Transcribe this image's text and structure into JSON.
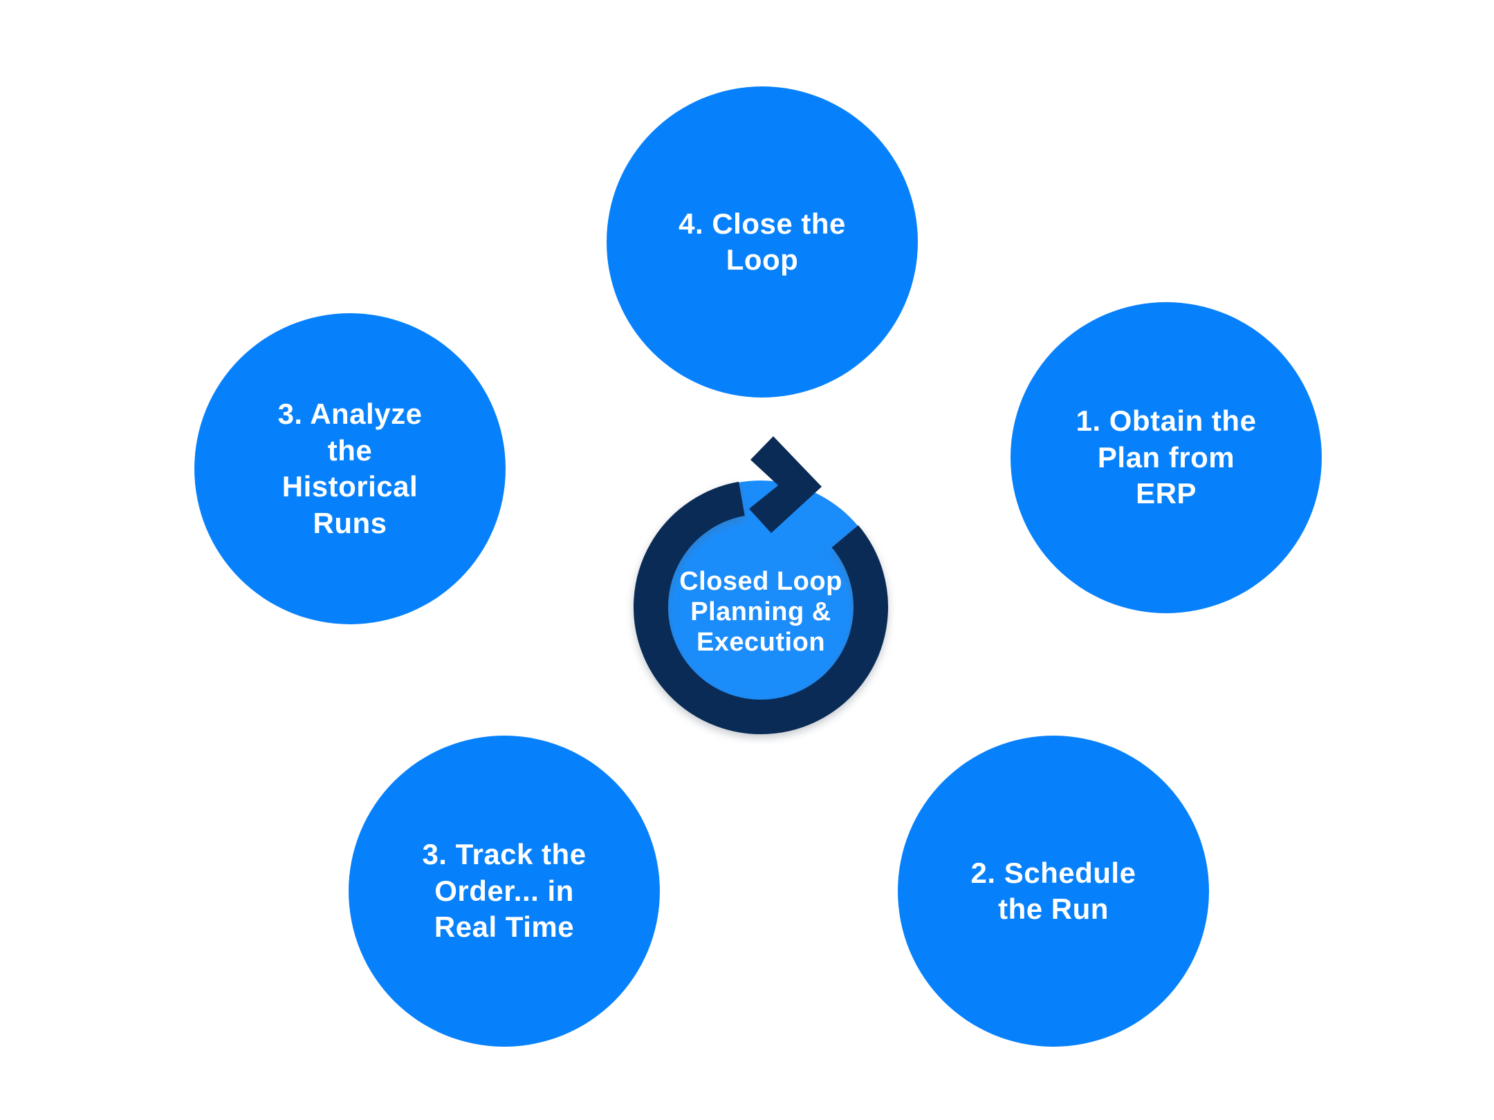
{
  "colors": {
    "circle_blue": "#0781FB",
    "icon_blue": "#1B8DFB",
    "navy": "#0A2B55",
    "text_white": "#FFFFFF",
    "background": "#FFFFFF"
  },
  "center": {
    "label": "Closed Loop\nPlanning &\nExecution",
    "icon": "circular-arrow-loop-icon"
  },
  "steps": [
    {
      "label": "1. Obtain the\nPlan from\nERP",
      "position": "right"
    },
    {
      "label": "2. Schedule\nthe Run",
      "position": "bottom-right"
    },
    {
      "label": "3. Track the\nOrder... in\nReal Time",
      "position": "bottom-left"
    },
    {
      "label": "3. Analyze\nthe\nHistorical\nRuns",
      "position": "left"
    },
    {
      "label": "4. Close the\nLoop",
      "position": "top"
    }
  ]
}
